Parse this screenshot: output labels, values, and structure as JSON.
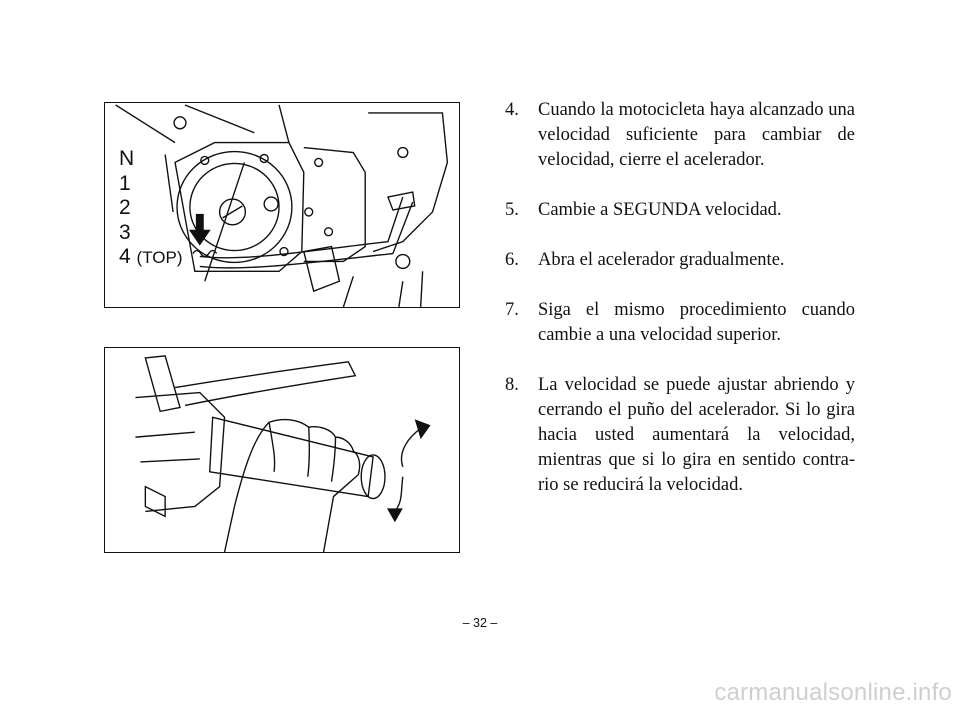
{
  "figures": {
    "gear_shift": {
      "gear_labels": [
        "N",
        "1",
        "2",
        "3",
        "4"
      ],
      "top_label": "(TOP)"
    }
  },
  "steps": [
    {
      "number": "4.",
      "text": "Cuando la motocicleta haya alcanzado una velocidad suficiente para cambiar de velocidad, cierre el acelerador."
    },
    {
      "number": "5.",
      "text": "Cambie a SEGUNDA velocidad."
    },
    {
      "number": "6.",
      "text": "Abra el acelerador gradualmente."
    },
    {
      "number": "7.",
      "text": "Siga el mismo procedimiento cuando cambie a una velocidad superior."
    },
    {
      "number": "8.",
      "text": "La velocidad se puede ajustar abriendo y cerrando el puño del acelerador. Si lo gira hacia usted aumentará la velocidad, mientras que si lo gira en sentido contra-rio se reducirá la velocidad."
    }
  ],
  "page_number": "– 32 –",
  "watermark": "carmanualsonline.info"
}
